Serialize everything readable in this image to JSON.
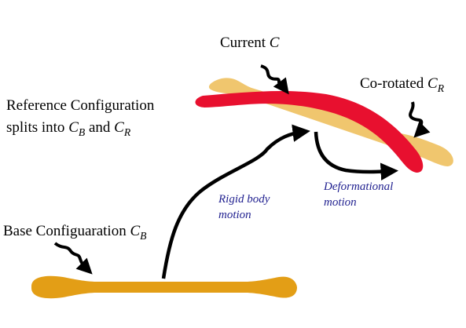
{
  "labels": {
    "current_prefix": "Current ",
    "current_symbol": "C",
    "corotated_prefix": "Co-rotated ",
    "corotated_symbol": "C",
    "corotated_sub": "R",
    "reference_line1": "Reference Configuration",
    "reference_line2_prefix": "splits into ",
    "reference_sym_b": "C",
    "reference_sub_b": "B",
    "reference_and": " and ",
    "reference_sym_r": "C",
    "reference_sub_r": "R",
    "base_prefix": "Base Configuaration ",
    "base_symbol": "C",
    "base_sub": "B",
    "rigid_line1": "Rigid body",
    "rigid_line2": "motion",
    "deform_line1": "Deformational",
    "deform_line2": "motion"
  },
  "colors": {
    "base_bar": "#e39e16",
    "corotated_bar": "#f0c66e",
    "current_bar": "#e8102f",
    "arrow": "#000000",
    "annotation_text": "#1f1f8f"
  }
}
